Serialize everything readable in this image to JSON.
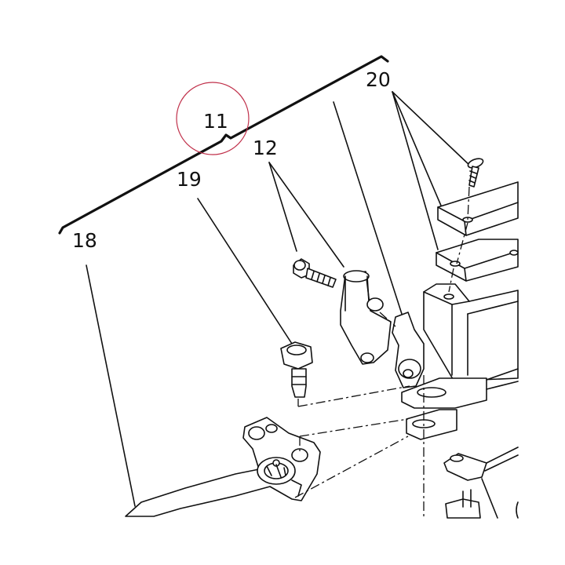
{
  "callouts": {
    "c11": "11",
    "c12": "12",
    "c18": "18",
    "c19": "19",
    "c20": "20"
  },
  "highlight_color": "#c0304a",
  "line_color": "#111111"
}
